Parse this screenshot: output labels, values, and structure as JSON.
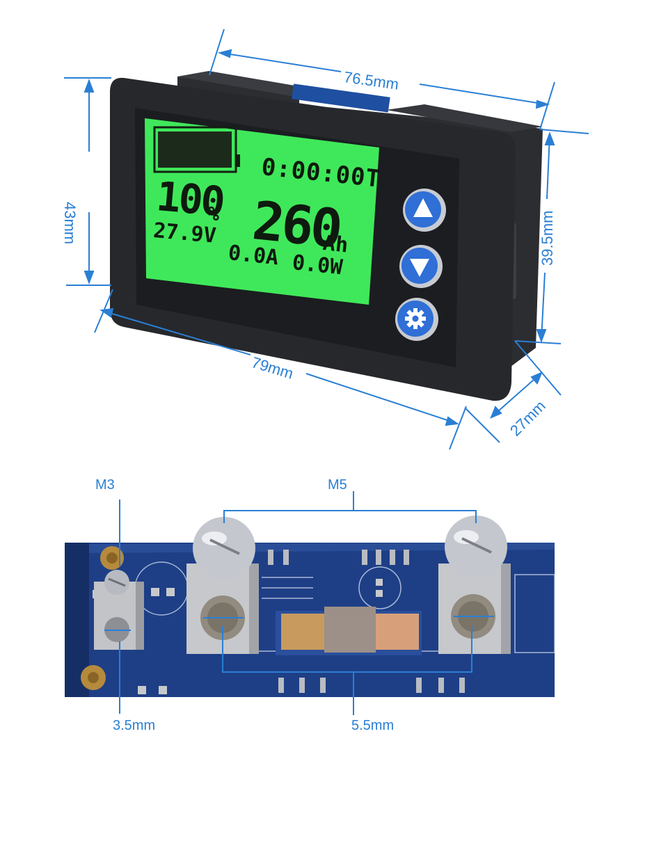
{
  "dimensions": {
    "top_width": "76.5mm",
    "left_height": "43mm",
    "right_height": "39.5mm",
    "bottom_width": "79mm",
    "depth": "27mm"
  },
  "lcd": {
    "time": "0:00:00T",
    "soc_value": "100",
    "soc_unit": "%",
    "voltage": "27.9V",
    "capacity_value": "260",
    "capacity_unit": "Ah",
    "current": "0.0A",
    "power": "0.0W",
    "screen_color": "#3fe85a",
    "battery_fill_color": "#1c2a1c"
  },
  "buttons": {
    "up": "up-arrow-icon",
    "down": "down-arrow-icon",
    "settings": "gear-icon",
    "color": "#2f6fd6"
  },
  "board_labels": {
    "m3": "M3",
    "m5": "M5",
    "hole_small": "3.5mm",
    "hole_large": "5.5mm"
  }
}
